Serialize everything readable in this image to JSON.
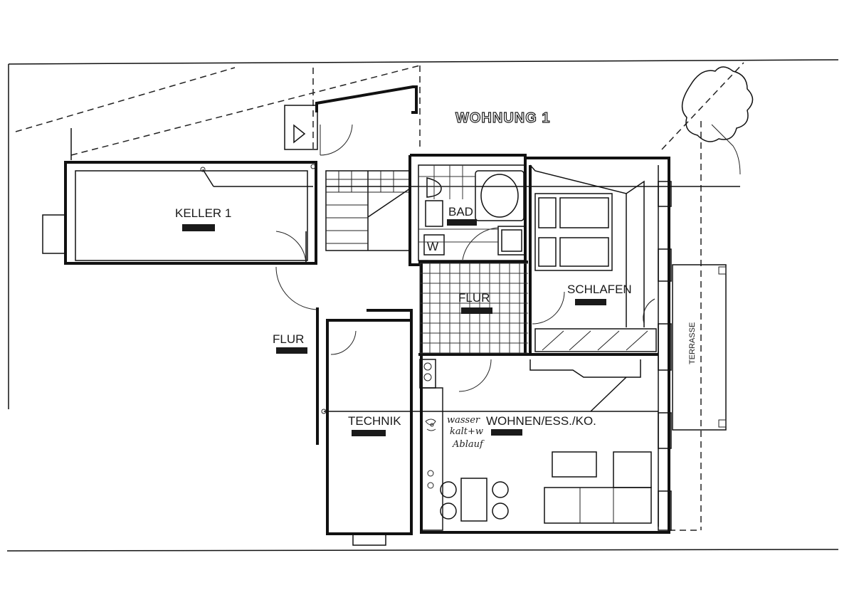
{
  "title": "WOHNUNG 1",
  "rooms": {
    "keller": "KELLER 1",
    "bad": "BAD",
    "wc": "W",
    "flur_inner": "FLUR",
    "schlafen": "SCHLAFEN",
    "flur_outer": "FLUR",
    "technik": "TECHNIK",
    "wohnen": "WOHNEN/ESS./KO.",
    "terrasse": "TERRASSE"
  },
  "handwritten": {
    "line1": "wasser",
    "line2": "kalt+w",
    "line3": "Ablauf"
  }
}
